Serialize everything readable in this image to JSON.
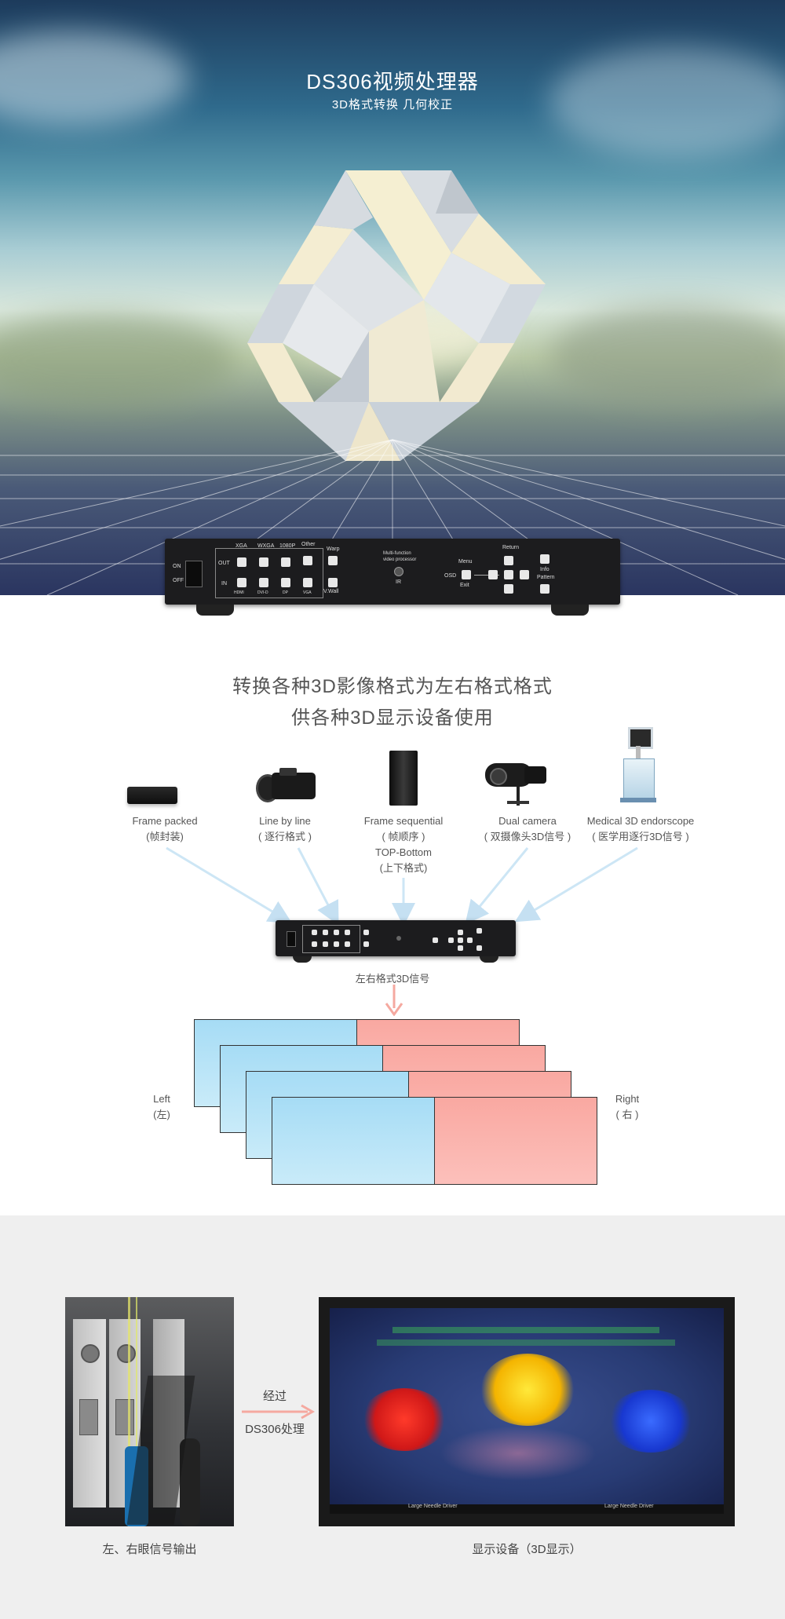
{
  "hero": {
    "title": "DS306视频处理器",
    "subtitle": "3D格式转换  几何校正"
  },
  "device": {
    "on": "ON",
    "off": "OFF",
    "out": "OUT",
    "in": "IN",
    "out_labels": [
      "XGA",
      "WXGA",
      "1080P",
      "Other"
    ],
    "in_labels": [
      "HDMI",
      "DVI-D",
      "DP",
      "VGA"
    ],
    "warp": "Warp",
    "vwall": "V.Wall",
    "brand": "Multi-function",
    "brand2": "video processor",
    "ir": "IR",
    "menu": "Menu",
    "osd": "OSD",
    "exit": "Exit",
    "return": "Return",
    "info": "Info",
    "pattern": "Pattern"
  },
  "section2": {
    "heading1": "转换各种3D影像格式为左右格式格式",
    "heading2": "供各种3D显示设备使用",
    "sources": [
      {
        "line1": "Frame packed",
        "line2": "(帧封装)",
        "icon": "blu-ray-player-icon"
      },
      {
        "line1": "Line by line",
        "line2": "( 逐行格式 )",
        "icon": "camcorder-icon"
      },
      {
        "line1": "Frame sequential",
        "line2": "( 帧顺序 )",
        "line3": "TOP-Bottom",
        "line4": "(上下格式)",
        "icon": "pc-tower-icon"
      },
      {
        "line1": "Dual camera",
        "line2": "( 双摄像头3D信号 )",
        "icon": "dual-camera-icon"
      },
      {
        "line1": "Medical 3D endorscope",
        "line2": "( 医学用逐行3D信号 )",
        "icon": "medical-cart-icon"
      }
    ],
    "output_label": "左右格式3D信号",
    "left_label": "Left",
    "left_cn": "(左)",
    "right_label": "Right",
    "right_cn": "( 右 )",
    "colors": {
      "left": "#a6dcf5",
      "right": "#f9a8a1",
      "arrow": "#f5a9a0",
      "source_arrow": "#cde6f5"
    }
  },
  "section3": {
    "via1": "经过",
    "via2": "DS306处理",
    "caption_left": "左、右眼信号输出",
    "caption_right": "显示设备（3D显示）",
    "screen_bottom_left": "Large Needle Driver",
    "screen_bottom_right": "Large Needle Driver"
  }
}
